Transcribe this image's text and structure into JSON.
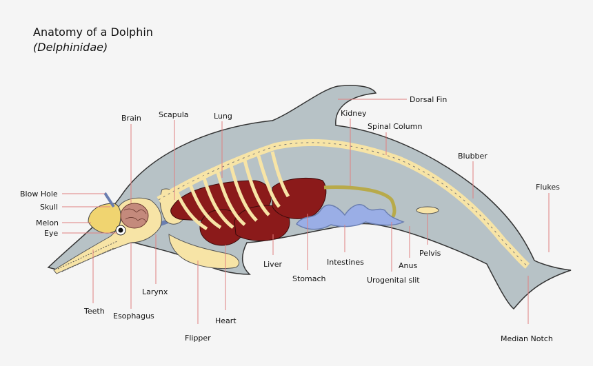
{
  "title": "Anatomy of a Dolphin",
  "subtitle": "(Delphinidae)",
  "labels": {
    "dorsal_fin": "Dorsal Fin",
    "kidney": "Kidney",
    "spinal_column": "Spinal Column",
    "blubber": "Blubber",
    "flukes": "Flukes",
    "brain": "Brain",
    "scapula": "Scapula",
    "lung": "Lung",
    "blow_hole": "Blow Hole",
    "skull": "Skull",
    "melon": "Melon",
    "eye": "Eye",
    "teeth": "Teeth",
    "esophagus": "Esophagus",
    "larynx": "Larynx",
    "flipper": "Flipper",
    "heart": "Heart",
    "liver": "Liver",
    "stomach": "Stomach",
    "intestines": "Intestines",
    "urogenital_slit": "Urogenital slit",
    "anus": "Anus",
    "pelvis": "Pelvis",
    "median_notch": "Median Notch"
  },
  "colors": {
    "body": "#b7c2c6",
    "outline": "#333333",
    "bone": "#f7e4a6",
    "organ": "#8b1a1a",
    "intestine": "#9aaee6",
    "melon": "#f0d470",
    "brain": "#c48a7c",
    "kidney_duct": "#b8aa4a",
    "leader": "#e08080"
  }
}
